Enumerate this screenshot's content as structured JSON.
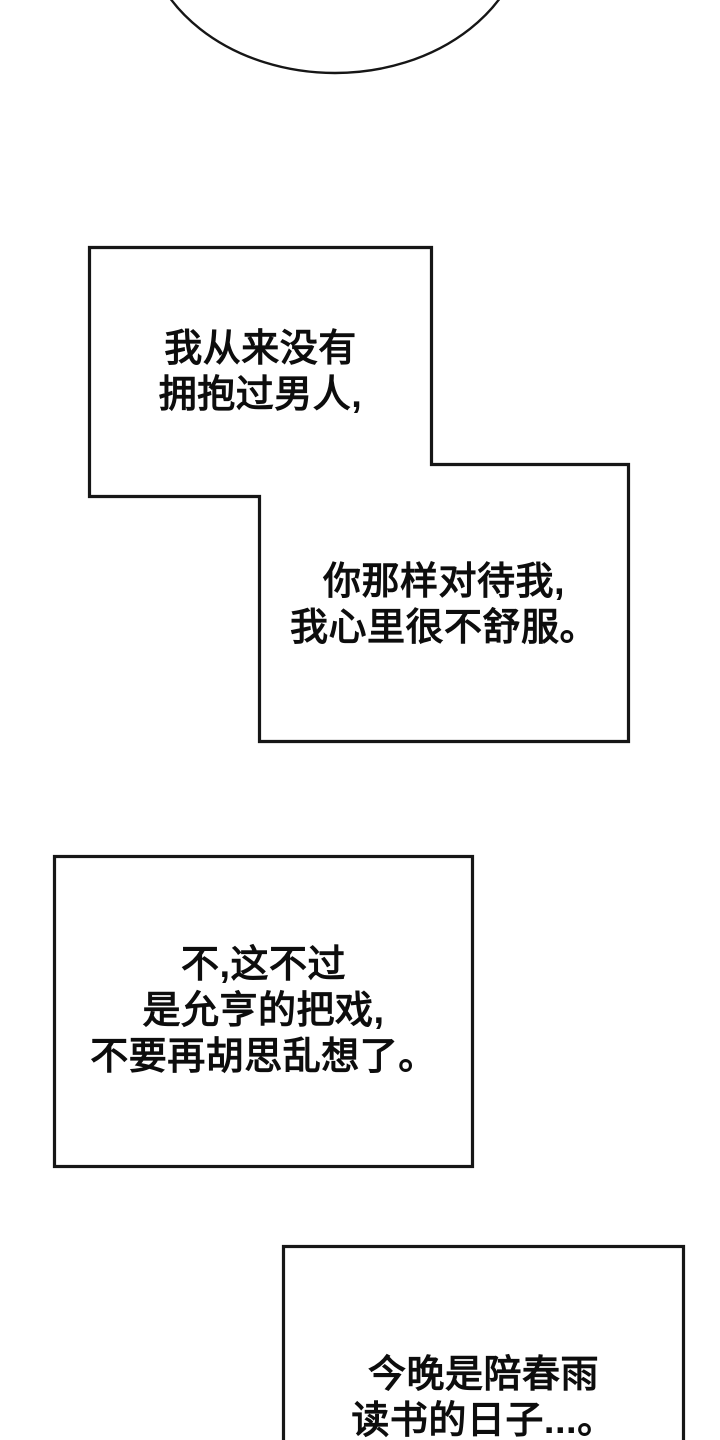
{
  "colors": {
    "bg": "#ffffff",
    "line": "#161616",
    "ink": "#0d0d0d"
  },
  "bubbles": {
    "monologue1": {
      "line1": "我从来没有",
      "line2": "拥抱过男人,"
    },
    "monologue2": {
      "line1": "你那样对待我,",
      "line2": "我心里很不舒服。"
    },
    "monologue3": {
      "line1": "不,这不过",
      "line2": "是允亨的把戏,",
      "line3": "不要再胡思乱想了。"
    },
    "monologue4": {
      "line1": "今晚是陪春雨",
      "line2": "读书的日子...。"
    }
  }
}
